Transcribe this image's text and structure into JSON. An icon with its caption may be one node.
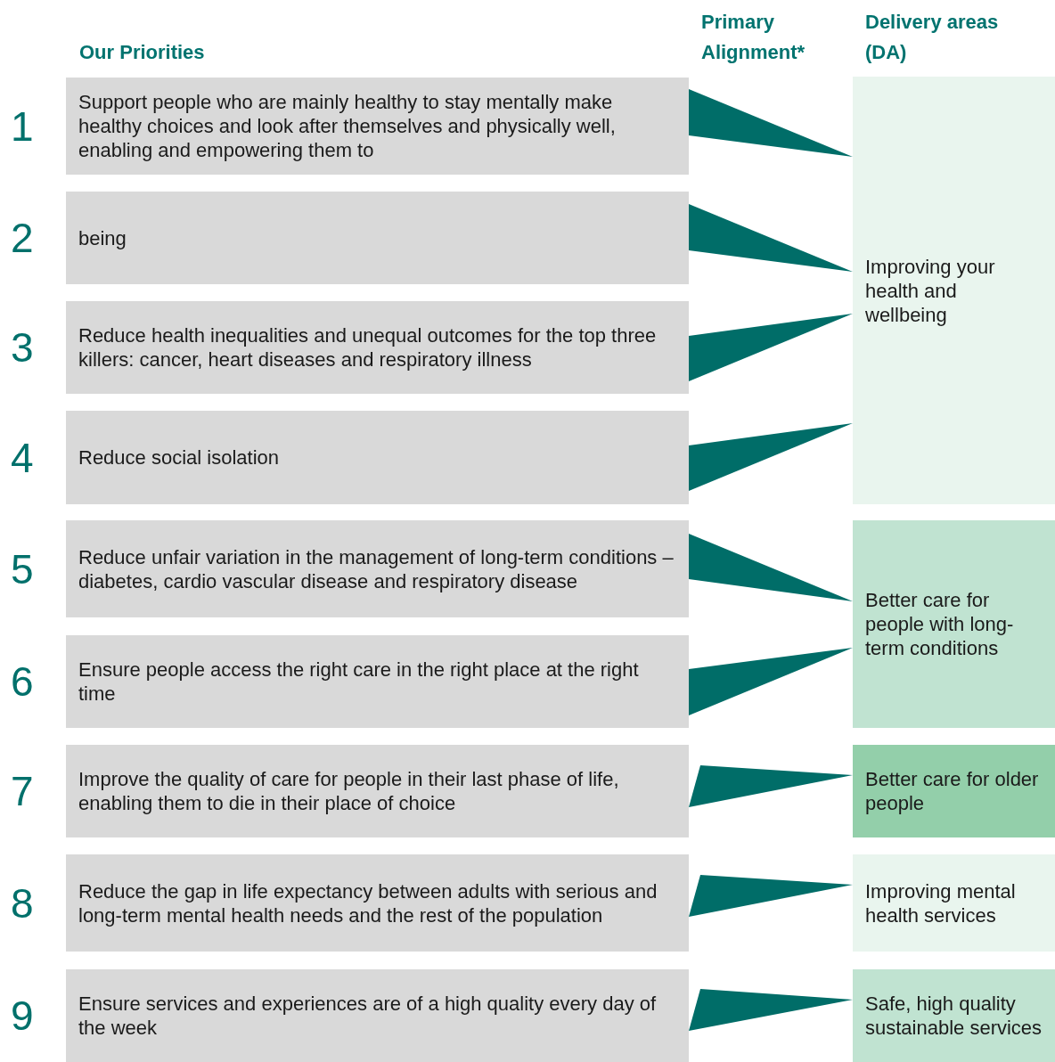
{
  "diagram": {
    "nodes": [
      {
        "text": [
          "Support people who are mainly healthy to stay mentally make healthy choices and look after themselves and physically well, enabling and empowering them to"
        ],
        "beside": [
          "1"
        ]
      },
      {
        "text": [
          "being"
        ],
        "beside": [
          "2"
        ]
      },
      {
        "text": [
          "Reduce health inequalities and unequal outcomes for the top three killers: cancer, heart diseases and respiratory illness"
        ],
        "beside": [
          "3"
        ]
      },
      {
        "text": [
          "Reduce social isolation"
        ],
        "beside": [
          "4"
        ]
      },
      {
        "text": [
          "Reduce unfair variation in the management of long-term conditions – diabetes, cardio vascular disease and respiratory disease"
        ],
        "beside": [
          "5"
        ]
      },
      {
        "text": [
          "Ensure people access the right care in the right place at the right time"
        ],
        "beside": [
          "6"
        ]
      },
      {
        "text": [
          "Improve the quality of care for people in their last phase of life, enabling them to die in their place of choice"
        ],
        "beside": [
          "7"
        ]
      },
      {
        "text": [
          "Reduce the gap in life expectancy between adults with serious and long-term mental health needs and the rest of the population"
        ],
        "beside": [
          "8"
        ]
      },
      {
        "text": [
          "Ensure services and experiences are of a high quality every day of the week"
        ],
        "beside": [
          "9"
        ]
      },
      {
        "text": [
          "Improving your health and wellbeing"
        ]
      },
      {
        "text": [
          "Better care for people with long-term conditions"
        ]
      },
      {
        "text": [
          "Better care for older people"
        ]
      },
      {
        "text": [
          "Improving mental health services"
        ]
      },
      {
        "text": [
          "Safe, high quality sustainable services"
        ]
      }
    ],
    "edges": [
      {
        "from": 0,
        "to": 9,
        "arrow": "to"
      },
      {
        "from": 1,
        "to": 9,
        "arrow": "to"
      },
      {
        "from": 2,
        "to": 9,
        "arrow": "to"
      },
      {
        "from": 3,
        "to": 9,
        "arrow": "to"
      },
      {
        "from": 4,
        "to": 10,
        "arrow": "to"
      },
      {
        "from": 5,
        "to": 10,
        "arrow": "to"
      },
      {
        "from": 6,
        "to": 11,
        "arrow": "to"
      },
      {
        "from": 7,
        "to": 12,
        "arrow": "to"
      },
      {
        "from": 8,
        "to": 13,
        "arrow": "to"
      }
    ],
    "labels": [
      "Our Priorities",
      "Primary Alignment*",
      "Delivery areas (DA)"
    ]
  }
}
